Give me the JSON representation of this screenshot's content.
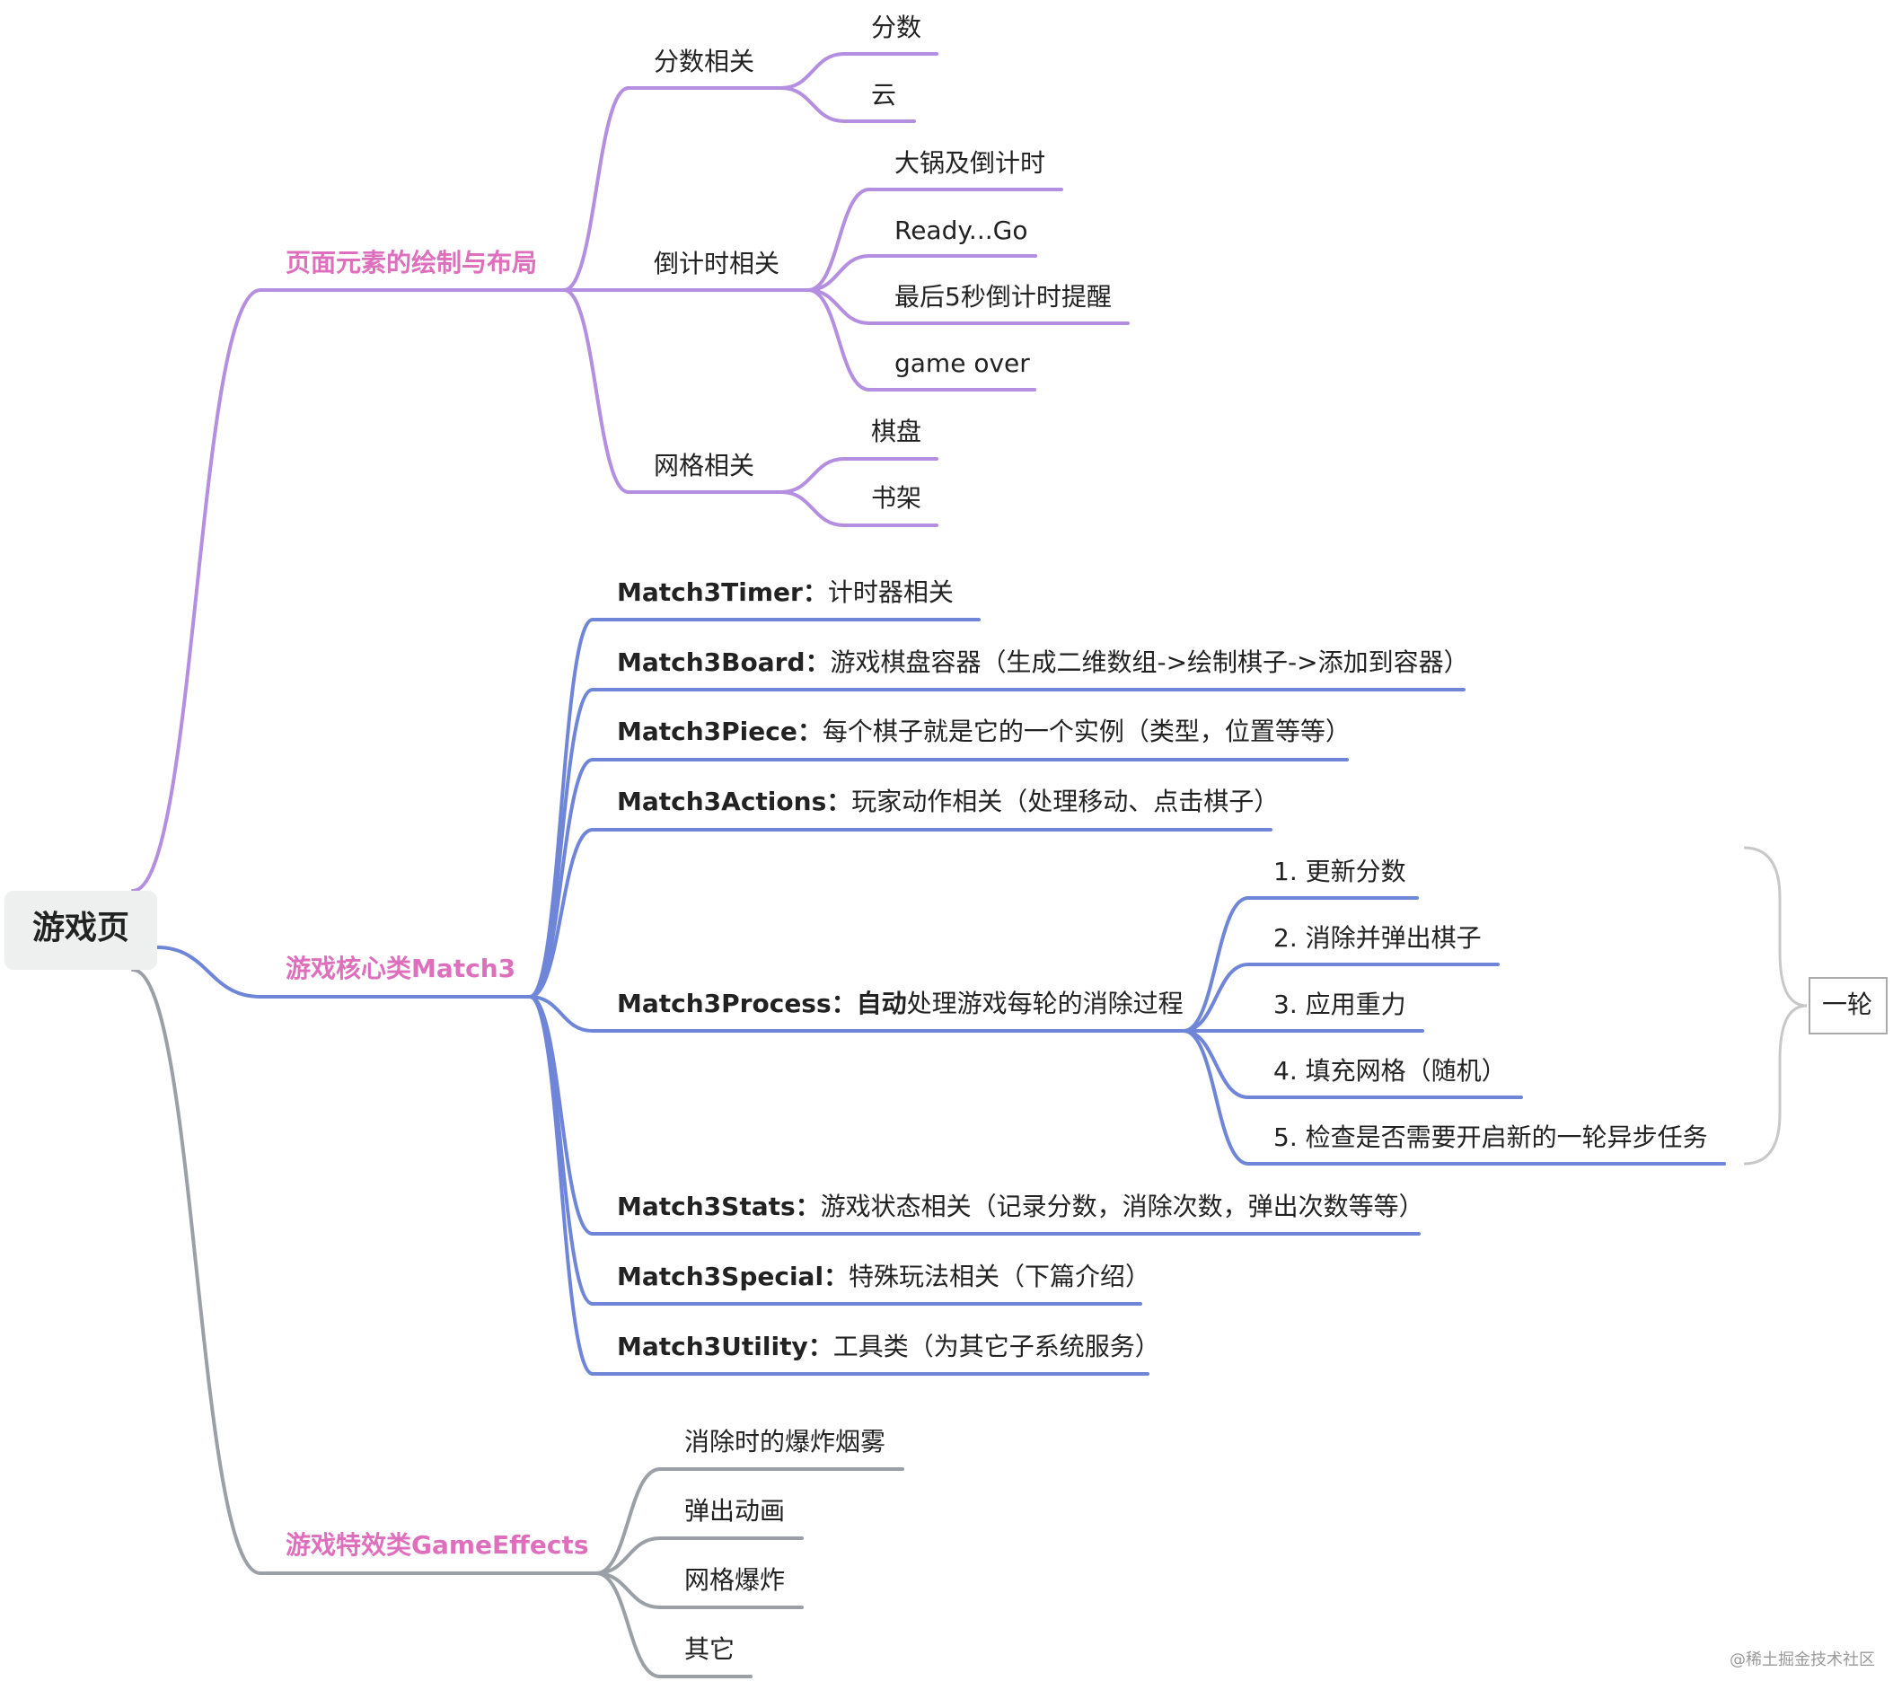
{
  "root": "游戏页",
  "colors": {
    "purple": "#b48ee0",
    "blue": "#6f86d8",
    "gray": "#9aa0a6",
    "bracket": "#c8c8c8",
    "category": "#de6fbd"
  },
  "branch1": {
    "label": "页面元素的绘制与布局",
    "groups": [
      {
        "label": "分数相关",
        "items": [
          "分数",
          "云"
        ]
      },
      {
        "label": "倒计时相关",
        "items": [
          "大锅及倒计时",
          "Ready...Go",
          "最后5秒倒计时提醒",
          "game over"
        ]
      },
      {
        "label": "网格相关",
        "items": [
          "棋盘",
          "书架"
        ]
      }
    ]
  },
  "branch2": {
    "label": "游戏核心类Match3",
    "items": [
      {
        "name": "Match3Timer：",
        "desc": "计时器相关"
      },
      {
        "name": "Match3Board：",
        "desc": "游戏棋盘容器（生成二维数组->绘制棋子->添加到容器）"
      },
      {
        "name": "Match3Piece：",
        "desc": "每个棋子就是它的一个实例（类型，位置等等）"
      },
      {
        "name": "Match3Actions：",
        "desc": "玩家动作相关（处理移动、点击棋子）"
      },
      {
        "name": "Match3Process：",
        "desc_bold": "自动",
        "desc": "处理游戏每轮的消除过程"
      },
      {
        "name": "Match3Stats：",
        "desc": "游戏状态相关（记录分数，消除次数，弹出次数等等）"
      },
      {
        "name": "Match3Special：",
        "desc": "特殊玩法相关（下篇介绍）"
      },
      {
        "name": "Match3Utility：",
        "desc": "工具类（为其它子系统服务）"
      }
    ],
    "process_steps": [
      "1. 更新分数",
      "2. 消除并弹出棋子",
      "3. 应用重力",
      "4. 填充网格（随机）",
      "5. 检查是否需要开启新的一轮异步任务"
    ],
    "round_label": "一轮"
  },
  "branch3": {
    "label": "游戏特效类GameEffects",
    "items": [
      "消除时的爆炸烟雾",
      "弹出动画",
      "网格爆炸",
      "其它"
    ]
  },
  "watermark": "@稀土掘金技术社区"
}
